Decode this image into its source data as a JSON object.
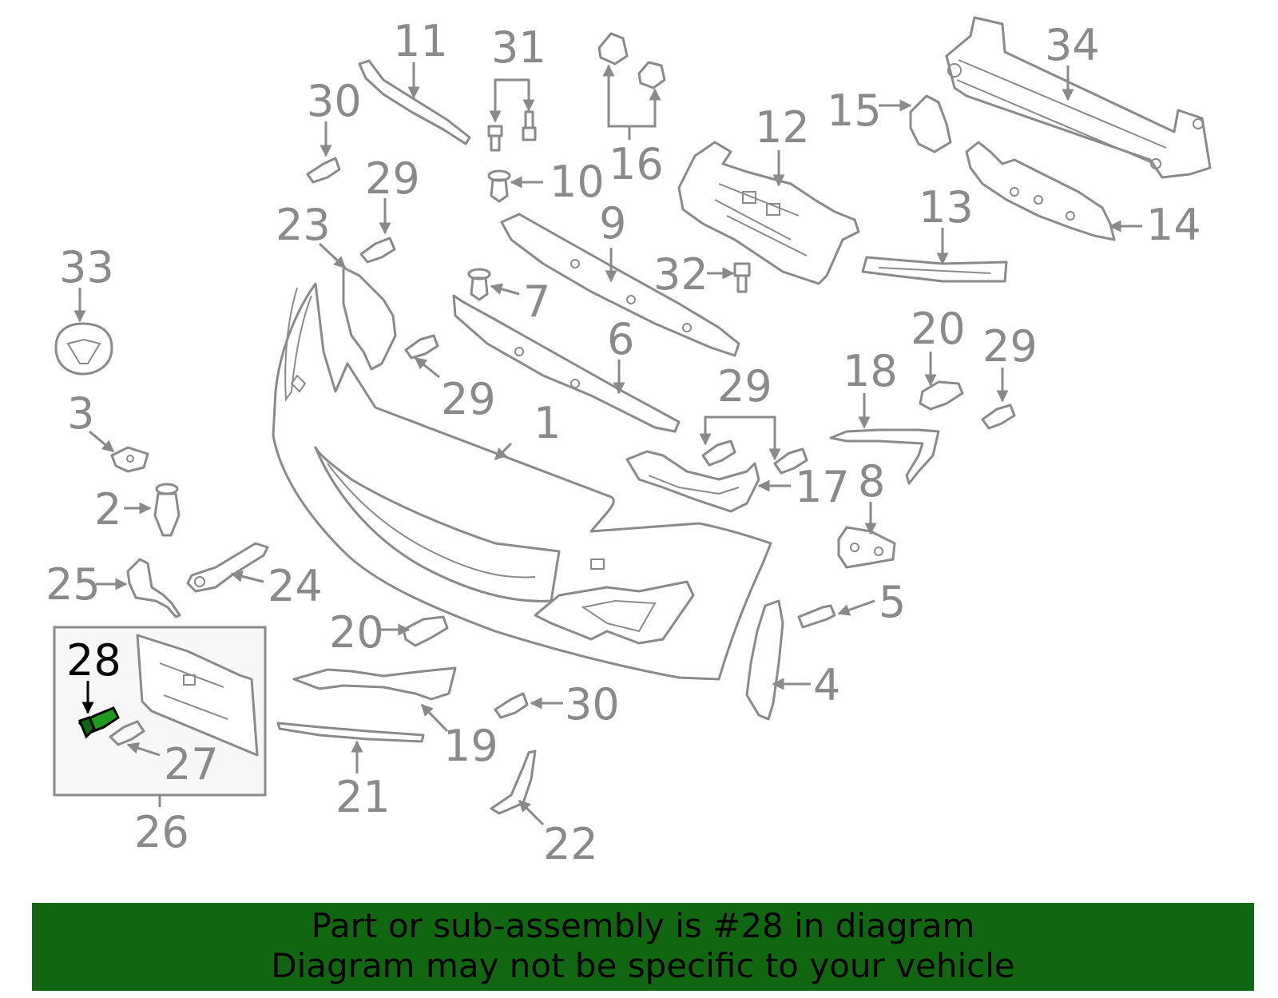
{
  "highlight_color": "#116711",
  "highlighted_part": "28",
  "callouts": {
    "c1": "1",
    "c2": "2",
    "c3": "3",
    "c4": "4",
    "c5": "5",
    "c6": "6",
    "c7": "7",
    "c8": "8",
    "c9": "9",
    "c10": "10",
    "c11": "11",
    "c12": "12",
    "c13": "13",
    "c14": "14",
    "c15": "15",
    "c16": "16",
    "c17": "17",
    "c18": "18",
    "c19": "19",
    "c20a": "20",
    "c20b": "20",
    "c21": "21",
    "c22": "22",
    "c23": "23",
    "c24": "24",
    "c25": "25",
    "c26": "26",
    "c27": "27",
    "c28": "28",
    "c29a": "29",
    "c29b": "29",
    "c29c": "29",
    "c29d": "29",
    "c30a": "30",
    "c30b": "30",
    "c31": "31",
    "c32": "32",
    "c33": "33",
    "c34": "34"
  },
  "banner": {
    "line1": "Part or sub-assembly is #28 in diagram",
    "line2": "Diagram may not be specific to your vehicle"
  }
}
